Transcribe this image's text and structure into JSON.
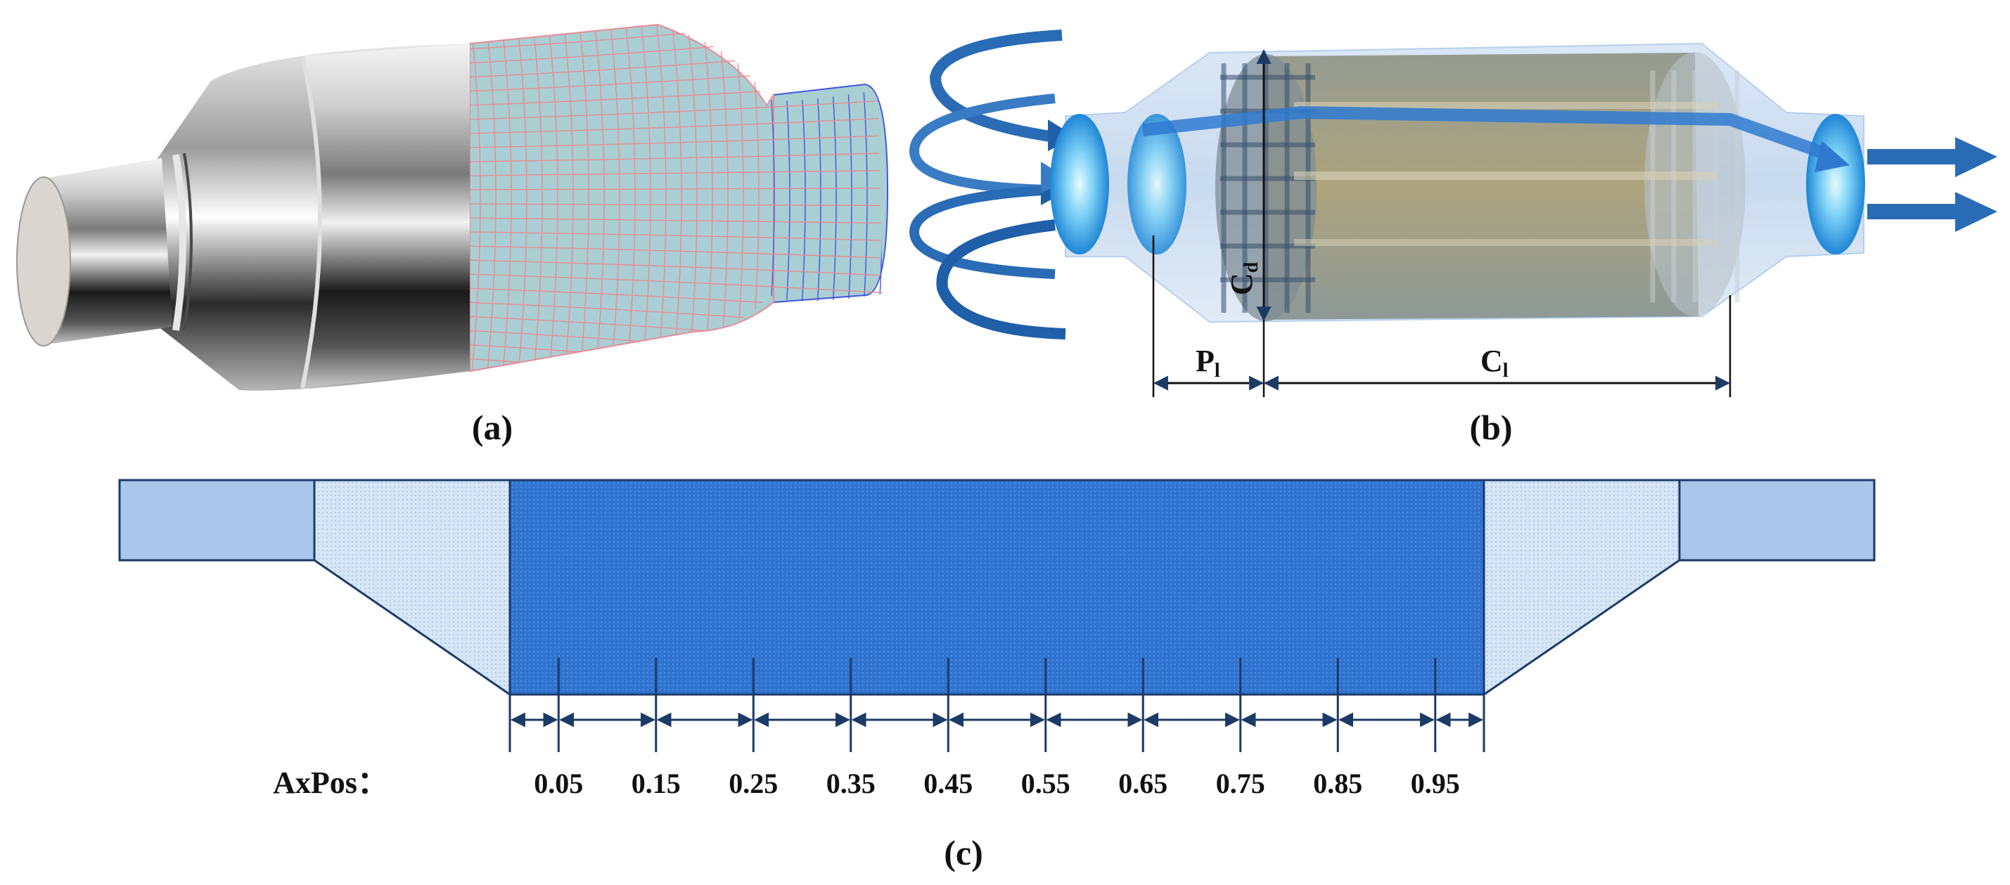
{
  "panels": {
    "a": {
      "caption": "(a)"
    },
    "b": {
      "caption": "(b)",
      "dim_pl": "P",
      "dim_pl_sub": "l",
      "dim_cl": "C",
      "dim_cl_sub": "l",
      "dim_cd": "C",
      "dim_cd_sub": "d"
    },
    "c": {
      "caption": "(c)",
      "axpos_label": "AxPos：",
      "positions": [
        "0.05",
        "0.15",
        "0.25",
        "0.35",
        "0.45",
        "0.55",
        "0.65",
        "0.75",
        "0.85",
        "0.95"
      ]
    }
  },
  "colors": {
    "mesh_fill": "#a9cfd3",
    "mesh_red": "#e88a93",
    "mesh_blue": "#3f55e0",
    "flow_blue": "#1f5fa8",
    "substrate_blue": "#2f73d0",
    "pipe_light": "#a9c7ea",
    "cone_light": "#d6e6f6",
    "outline": "#1c3a66"
  }
}
